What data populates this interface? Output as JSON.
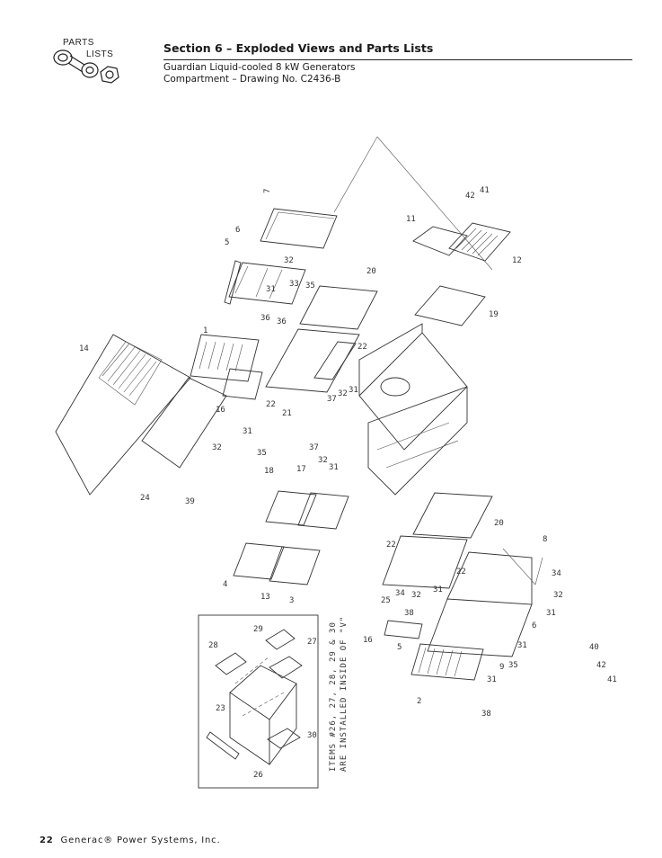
{
  "logo": {
    "label_top": "PARTS",
    "label_bottom": "LISTS",
    "icon": "nut-and-bolt-icon"
  },
  "header": {
    "section_title": "Section 6 – Exploded Views and Parts Lists",
    "subtitle_line1": "Guardian Liquid-cooled 8 kW Generators",
    "subtitle_line2": "Compartment – Drawing No. C2436-B"
  },
  "drawing": {
    "inset_note_line1": "ITEMS #26, 27, 28, 29 & 30",
    "inset_note_line2": "ARE INSTALLED INSIDE OF \"V\"",
    "callouts": [
      "7",
      "6",
      "5",
      "32",
      "31",
      "33",
      "35",
      "36",
      "1",
      "16",
      "31",
      "32",
      "35",
      "14",
      "24",
      "39",
      "20",
      "22",
      "21",
      "37",
      "32",
      "31",
      "37",
      "32",
      "31",
      "11",
      "42",
      "41",
      "12",
      "19",
      "18",
      "17",
      "4",
      "13",
      "3",
      "28",
      "29",
      "27",
      "23",
      "30",
      "26",
      "20",
      "8",
      "22",
      "25",
      "34",
      "32",
      "31",
      "38",
      "5",
      "16",
      "6",
      "9",
      "31",
      "35",
      "2",
      "38",
      "34",
      "32",
      "31",
      "40",
      "42",
      "41"
    ]
  },
  "footer": {
    "page_number": "22",
    "company": "Generac® Power Systems, Inc."
  }
}
